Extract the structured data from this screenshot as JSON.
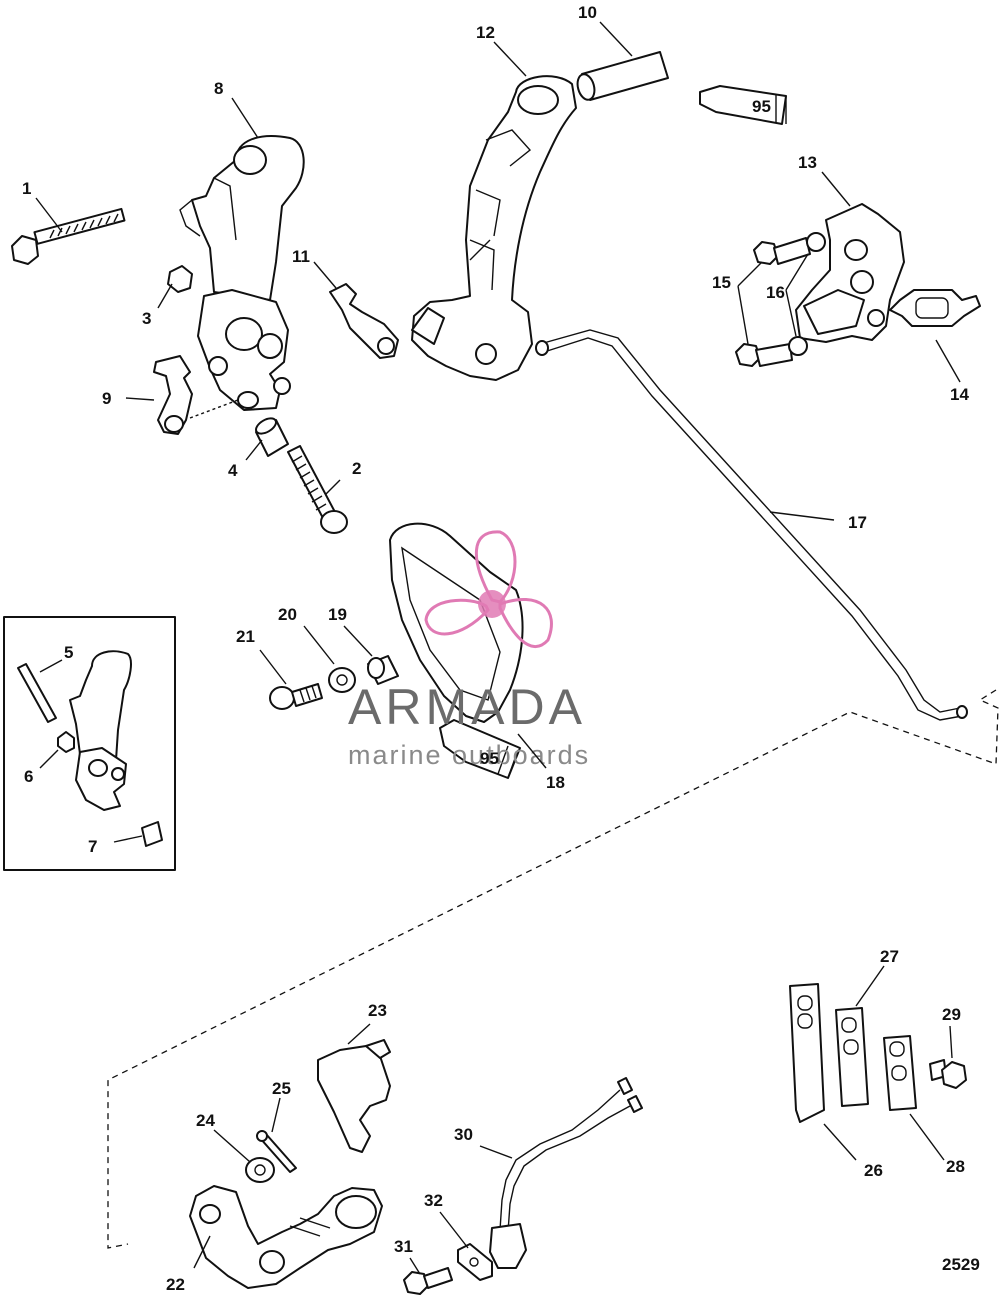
{
  "drawing_number": "2529",
  "watermark": {
    "brand": "ARMADA",
    "tagline": "marine outboards",
    "color_primary": "#5f5f5f",
    "color_accent": "#e07ab4"
  },
  "sealant_label": "95",
  "callouts": [
    "1",
    "2",
    "3",
    "4",
    "5",
    "6",
    "7",
    "8",
    "9",
    "10",
    "11",
    "12",
    "13",
    "14",
    "15",
    "16",
    "17",
    "18",
    "19",
    "20",
    "21",
    "22",
    "23",
    "24",
    "25",
    "26",
    "27",
    "28",
    "29",
    "30",
    "31",
    "32"
  ]
}
